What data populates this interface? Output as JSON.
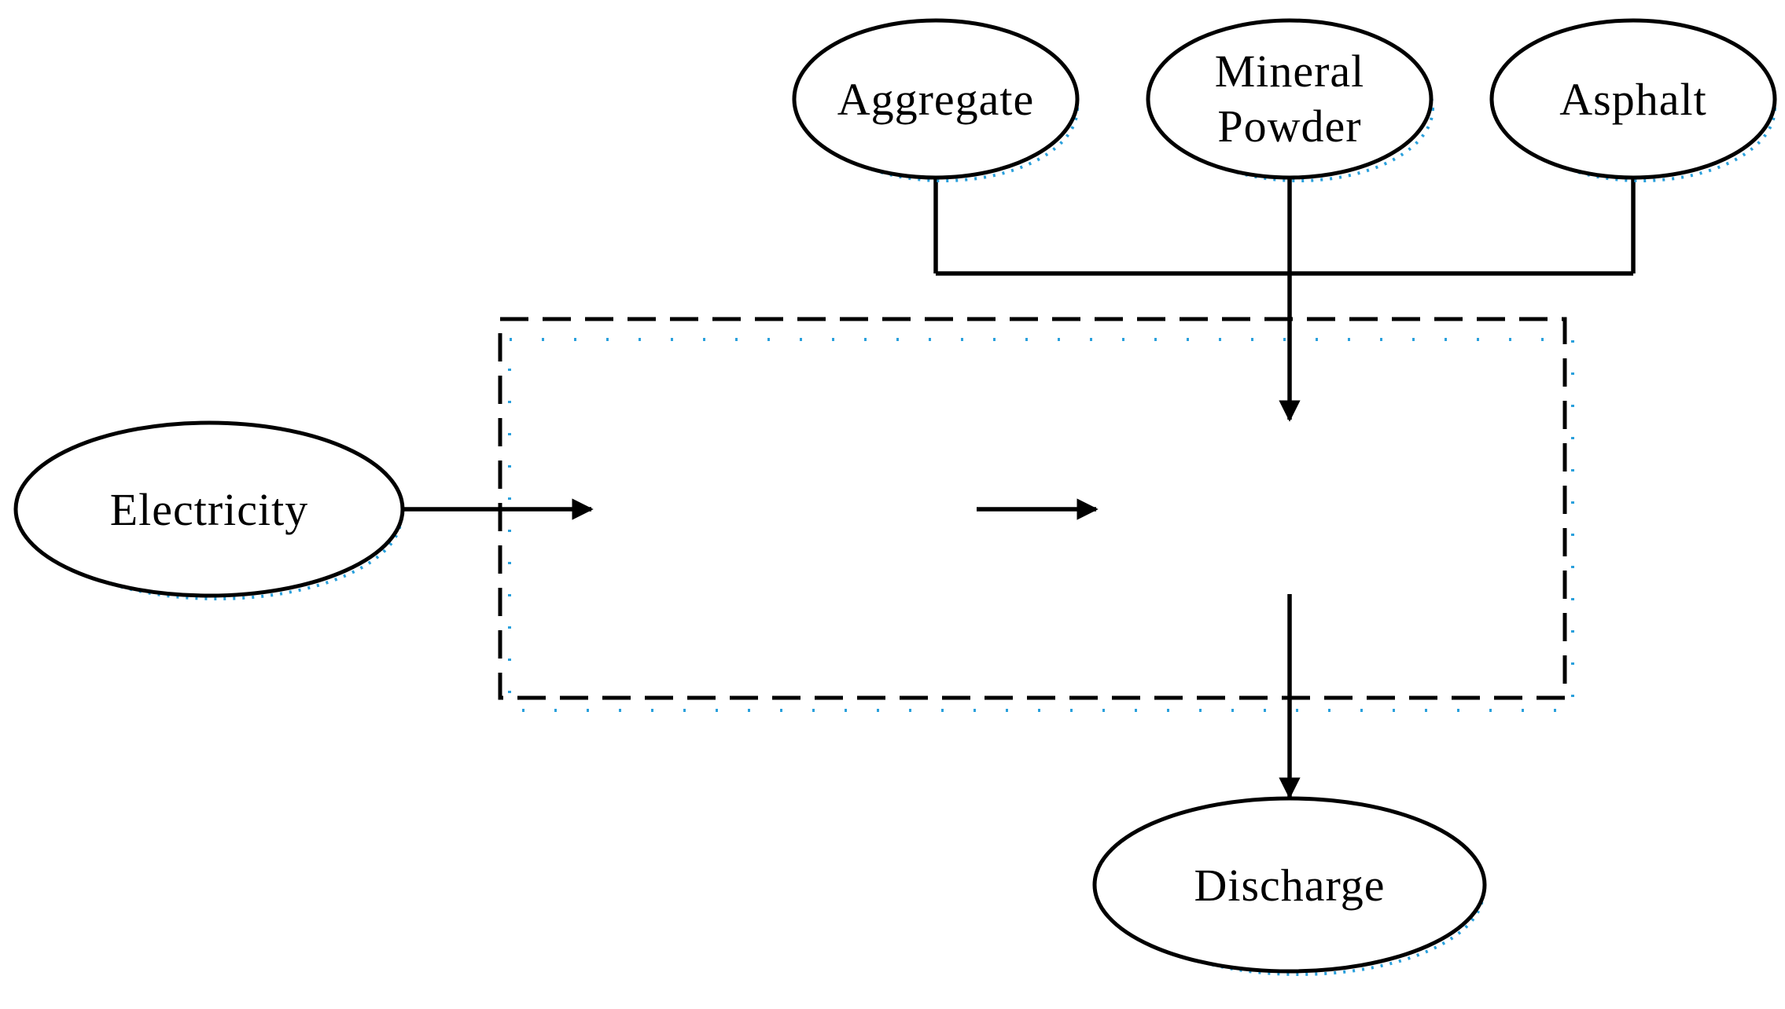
{
  "nodes": {
    "aggregate": {
      "label": "Aggregate"
    },
    "mineral_powder": {
      "label_line1": "Mineral",
      "label_line2": "Powder"
    },
    "asphalt": {
      "label": "Asphalt"
    },
    "electricity": {
      "label": "Electricity"
    },
    "discharge": {
      "label": "Discharge"
    }
  },
  "colors": {
    "stroke": "#000000",
    "shadow": "#2aa0dc",
    "background": "#ffffff"
  }
}
